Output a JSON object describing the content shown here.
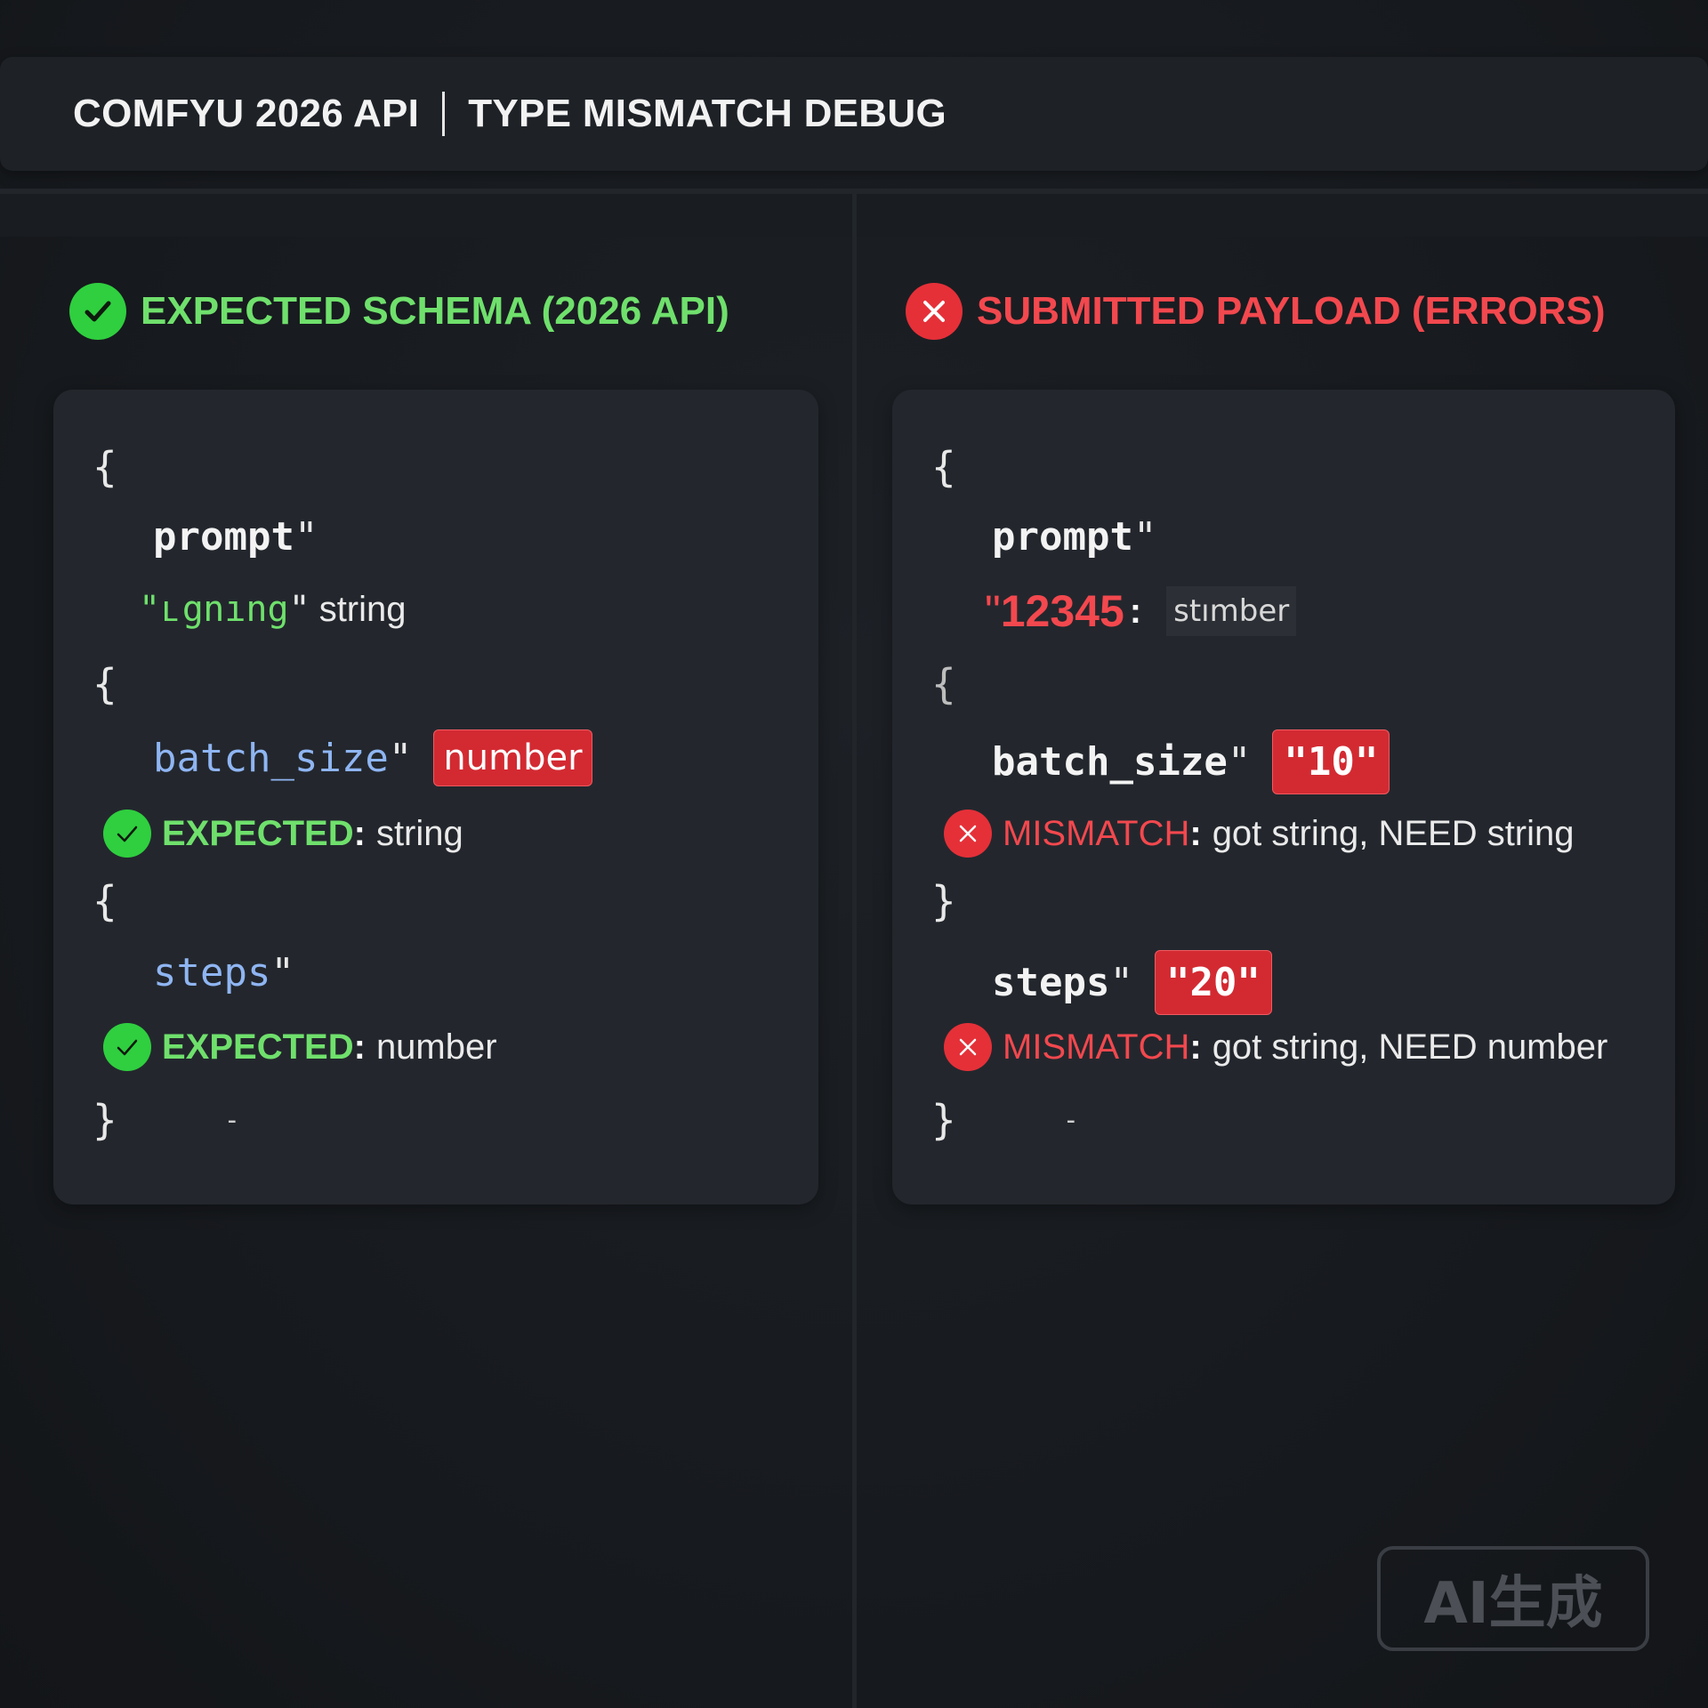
{
  "header": {
    "title_left": "COMFYU 2026 API",
    "title_right": "TYPE MISMATCH DEBUG"
  },
  "left_panel": {
    "heading": "EXPECTED SCHEMA (2026 API)",
    "icon": "check-circle-icon",
    "lines": {
      "brace_open_1": "{",
      "prompt_key": "prompt",
      "prompt_key_quote": "\"",
      "prompt_value_quote_open": "\"",
      "prompt_value": "ւցnıng",
      "prompt_value_quote_close": "\"",
      "prompt_type": "string",
      "brace_open_2": "{",
      "batch_key": "batch_size",
      "batch_key_quote": "\"",
      "batch_tag": "number",
      "batch_expected_label": "EXPECTED",
      "batch_expected_colon": ":",
      "batch_expected_value": "string",
      "brace_open_3": "{",
      "steps_key": "steps",
      "steps_key_quote": "\"",
      "steps_expected_label": "EXPECTED",
      "steps_expected_colon": ":",
      "steps_expected_value": "number",
      "brace_close": "}",
      "trailing_dash": "-"
    }
  },
  "right_panel": {
    "heading": "SUBMITTED PAYLOAD (ERRORS)",
    "icon": "x-circle-icon",
    "lines": {
      "brace_open_1": "{",
      "prompt_key": "prompt",
      "prompt_key_quote": "\"",
      "prompt_value_quote": "\"",
      "prompt_value": "12345",
      "prompt_colon": ":",
      "prompt_type_box": "stımber",
      "brace_open_2": "{",
      "batch_key": "batch_size",
      "batch_key_quote": "\"",
      "batch_tag": "\"10\"",
      "batch_mismatch_label": "MISMATCH",
      "batch_mismatch_colon": ":",
      "batch_mismatch_text": "got string, NEED string",
      "brace_close_mid": "}",
      "steps_key": "steps",
      "steps_key_quote": "\"",
      "steps_tag": "\"20\"",
      "steps_mismatch_label": "MISMATCH",
      "steps_mismatch_colon": ":",
      "steps_mismatch_text": "got string, NEED number",
      "brace_close": "}",
      "trailing_dash": "-"
    }
  },
  "watermark": {
    "text": "AI生成"
  },
  "colors": {
    "background": "#16191d",
    "ok_green": "#2fcf3f",
    "ok_text": "#6fe06c",
    "error_red": "#e53038",
    "key_blue": "#8fb5f2"
  }
}
